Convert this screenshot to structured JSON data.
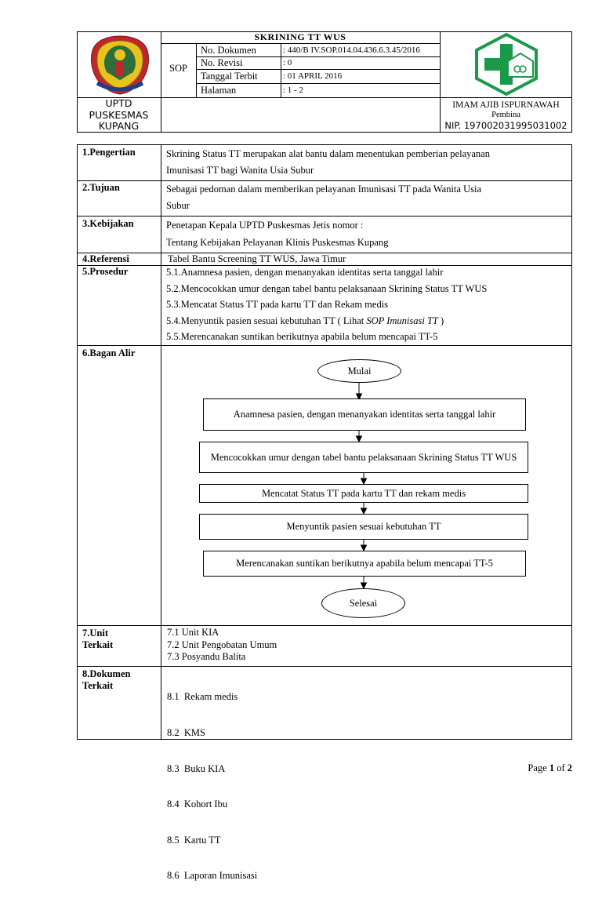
{
  "header": {
    "title": "SKRINING TT WUS",
    "sop_label": "SOP",
    "fields": [
      {
        "label": "No. Dokumen",
        "value": ": 440/B IV.SOP.014.04.436.6.3.45/2016"
      },
      {
        "label": "No. Revisi",
        "value": ": 0"
      },
      {
        "label": "Tanggal Terbit",
        "value": ": 01 APRIL 2016"
      },
      {
        "label": "Halaman",
        "value": ": 1 - 2"
      }
    ],
    "org_name": [
      "UPTD",
      "PUSKESMAS",
      "KUPANG"
    ],
    "signer_name": "IMAM AJIB ISPURNAWAH",
    "signer_role": "Pembina",
    "signer_nip": "NIP. 197002031995031002"
  },
  "sections": {
    "pengertian": {
      "label": "1.Pengertian",
      "lines": [
        "Skrining Status TT merupakan alat bantu   dalam menentukan pemberian pelayanan",
        "Imunisasi TT bagi Wanita Usia Subur"
      ]
    },
    "tujuan": {
      "label": "2.Tujuan",
      "lines": [
        "Sebagai pedoman  dalam memberikan pelayanan Imunisasi TT pada Wanita Usia",
        "Subur"
      ]
    },
    "kebijakan": {
      "label": "3.Kebijakan",
      "lines": [
        "Penetapan Kepala UPTD Puskesmas Jetis nomor :",
        "Tentang Kebijakan Pelayanan Klinis Puskesmas Kupang"
      ]
    },
    "referensi": {
      "label": "4.Referensi",
      "text": "Tabel Bantu Screening TT WUS, Jawa Timur"
    },
    "prosedur": {
      "label": "5.Prosedur",
      "steps": [
        "5.1.Anamnesa pasien, dengan menanyakan identitas serta tanggal lahir",
        "5.2.Mencocokkan umur dengan tabel bantu pelaksanaan Skrining Status TT WUS",
        "5.3.Mencatat Status TT pada kartu TT dan Rekam medis",
        "5.5.Merencanakan suntikan berikutnya apabila belum mencapai TT-5"
      ],
      "step4_prefix": "5.4.Menyuntik pasien sesuai kebutuhan TT ( Lihat ",
      "step4_italic": "SOP Imunisasi TT",
      "step4_suffix": " )"
    },
    "bagan_alir": {
      "label": "6.Bagan Alir",
      "start": "Mulai",
      "boxes": [
        "Anamnesa pasien, dengan menanyakan identitas serta tanggal lahir",
        "Mencocokkan umur dengan tabel bantu pelaksanaan Skrining Status TT WUS",
        "Mencatat Status TT pada kartu TT dan rekam medis",
        "Menyuntik pasien sesuai kebutuhan TT",
        "Merencanakan suntikan berikutnya apabila belum mencapai TT-5"
      ],
      "end": "Selesai"
    },
    "unit_terkait": {
      "label": [
        "7.Unit",
        "Terkait"
      ],
      "items": [
        "7.1 Unit KIA",
        "7.2 Unit Pengobatan Umum",
        "7.3 Posyandu Balita"
      ]
    },
    "dokumen_terkait": {
      "label": [
        "8.Dokumen",
        "Terkait"
      ],
      "items": [
        "8.1  Rekam medis",
        "8.2  KMS",
        "8.3  Buku KIA",
        "8.4  Kohort Ibu",
        "8.5  Kartu TT",
        "8.6  Laporan Imunisasi"
      ]
    }
  },
  "footer": {
    "page_prefix": "Page ",
    "page_current": "1",
    "page_of": " of ",
    "page_total": "2"
  },
  "colors": {
    "logo_green": "#1a9a49",
    "emblem_red": "#c0272d",
    "emblem_gold": "#e8c21f"
  },
  "icons": {
    "left_logo": "regency-emblem-icon",
    "right_logo": "puskesmas-cross-logo-icon"
  }
}
